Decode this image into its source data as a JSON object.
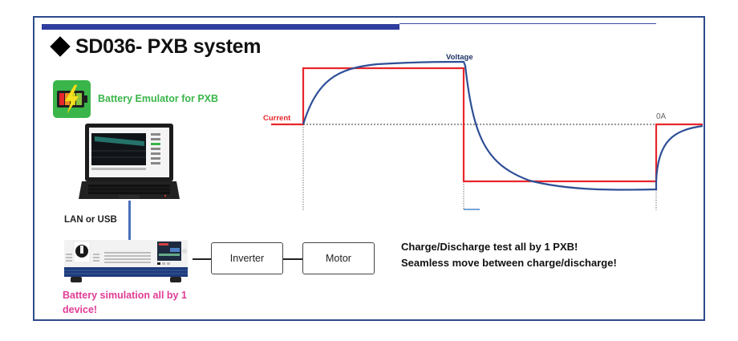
{
  "slide": {
    "title": "SD036- PXB system",
    "title_bullet_icon": "diamond-bullet",
    "colors": {
      "frame_border": "#2e4a8c",
      "title_bar": "#2f3e9e",
      "current_line": "#e8262b",
      "voltage_line": "#2e4f96",
      "app_label": "#3ab54a",
      "device_label": "#e03c96"
    }
  },
  "left_panel": {
    "app_icon": "battery-emulator-icon",
    "app_label": "Battery Emulator for PXB",
    "laptop_icon": "laptop-icon",
    "connection_label": "LAN or USB",
    "device_icon": "power-supply-device-icon",
    "device_caption": "Battery simulation all by 1 device!"
  },
  "signal_chain": {
    "blocks": [
      {
        "label": "Inverter"
      },
      {
        "label": "Motor"
      }
    ]
  },
  "message": {
    "lines": [
      "Charge/Discharge test all by 1 PXB!",
      "Seamless move between charge/discharge!"
    ]
  },
  "chart_data": {
    "type": "line",
    "title": "",
    "xlabel": "",
    "ylabel": "",
    "annotations": [
      "Current",
      "Voltage",
      "0A"
    ],
    "baseline_label": "0A",
    "series": [
      {
        "name": "Current",
        "color": "#e8262b",
        "shape": "step",
        "x": [
          0,
          1,
          1,
          4,
          4,
          8,
          8,
          10
        ],
        "values": [
          0,
          0,
          1,
          1,
          -1,
          -1,
          0,
          0
        ]
      },
      {
        "name": "Voltage",
        "color": "#2e4f96",
        "shape": "exponential-response",
        "x": [
          1,
          1.5,
          2,
          3,
          4,
          4.5,
          5,
          6,
          7,
          8,
          8.5,
          10
        ],
        "values": [
          0,
          0.72,
          0.93,
          1.08,
          1.1,
          0.1,
          -0.6,
          -1.05,
          -1.15,
          -1.16,
          -0.4,
          -0.15
        ]
      }
    ],
    "event_markers_x": [
      1,
      4,
      8
    ],
    "grid": false,
    "legend": "inline-labels"
  }
}
